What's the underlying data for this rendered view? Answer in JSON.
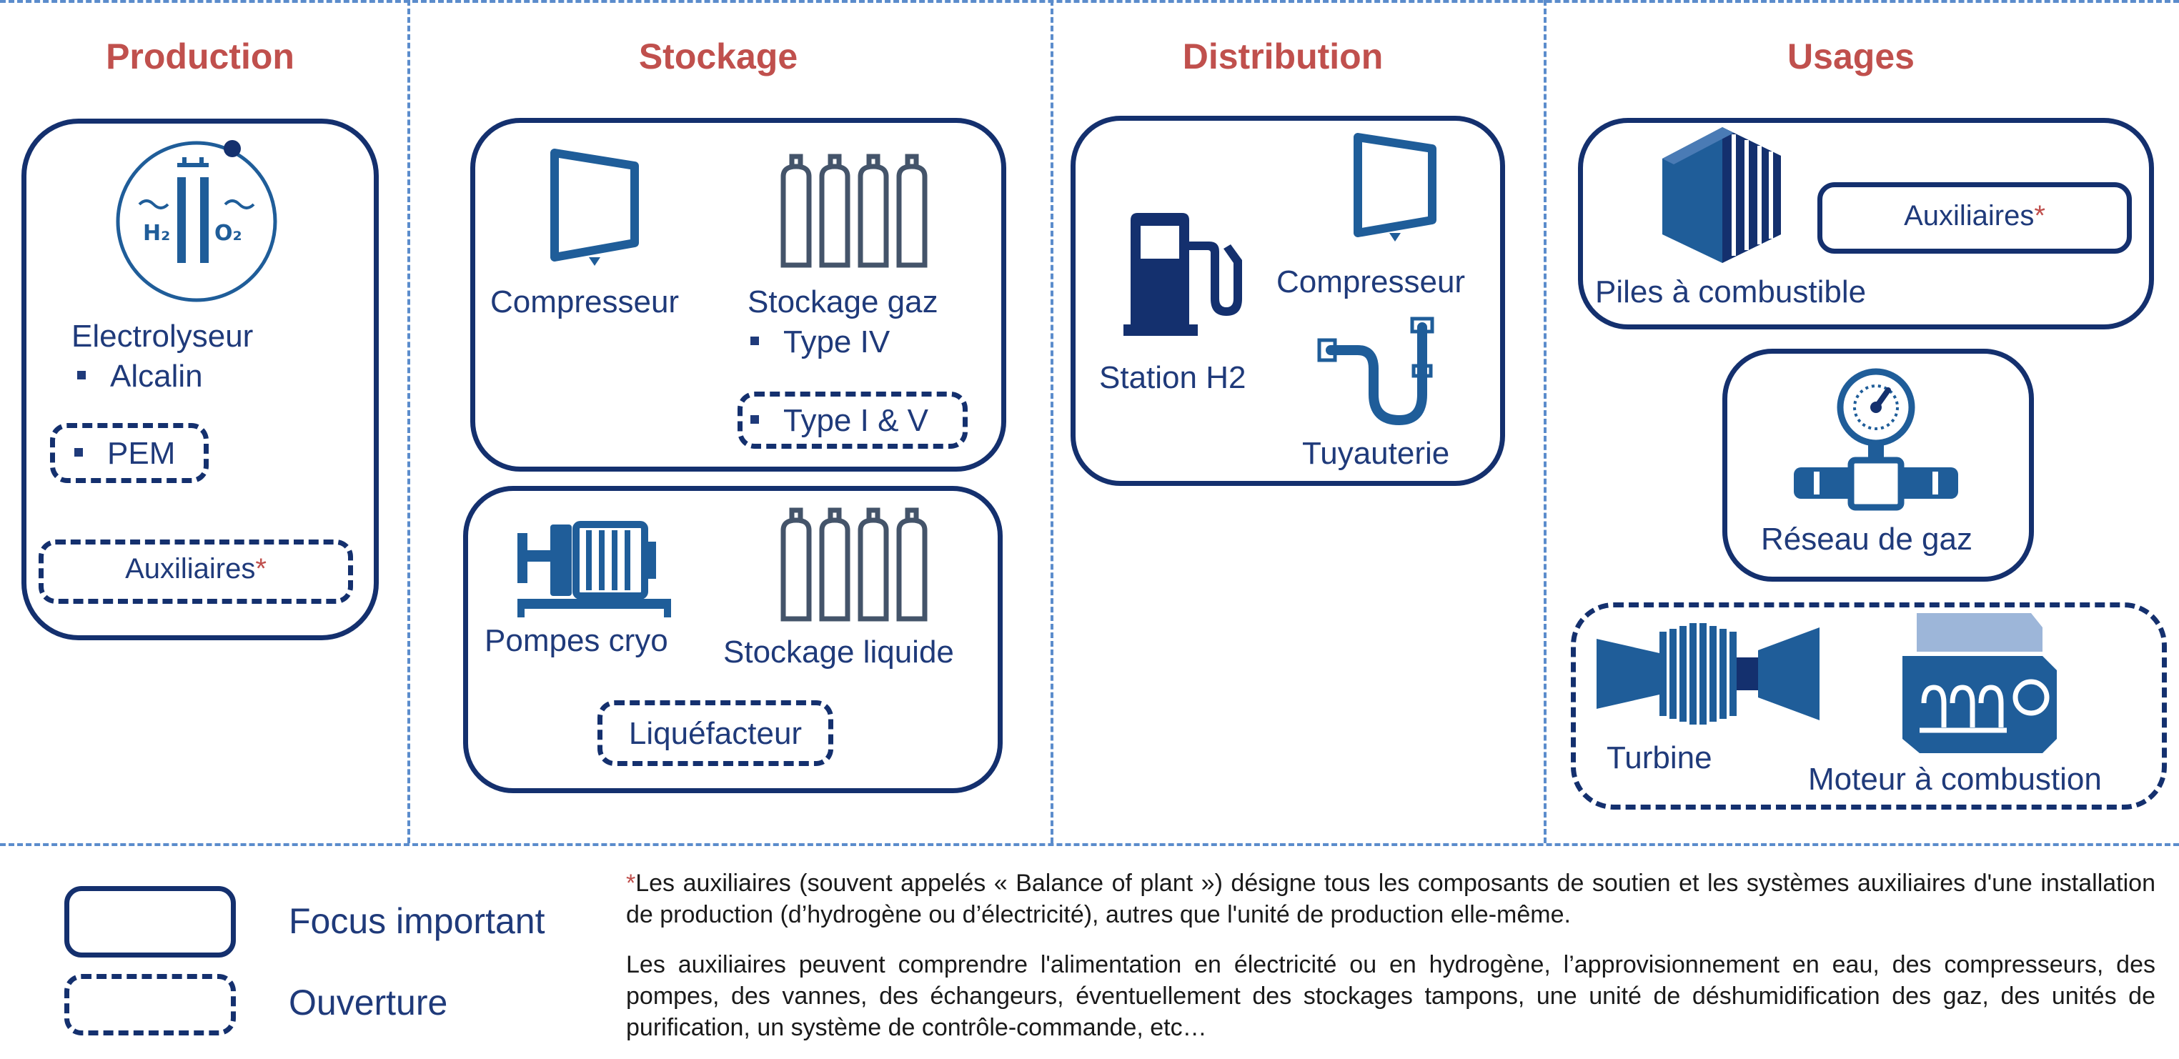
{
  "headers": {
    "production": "Production",
    "stockage": "Stockage",
    "distribution": "Distribution",
    "usages": "Usages"
  },
  "production": {
    "electrolyseur": "Electrolyseur",
    "alcalin": "Alcalin",
    "pem": "PEM",
    "auxiliaires": "Auxiliaires",
    "star": "*",
    "h2_glyph": "H₂",
    "o2_glyph": "O₂"
  },
  "stockage": {
    "compresseur": "Compresseur",
    "stockage_gaz": "Stockage gaz",
    "type_iv": "Type IV",
    "type_i_v": "Type I & V",
    "pompes_cryo": "Pompes cryo",
    "stockage_liquide": "Stockage liquide",
    "liquefacteur": "Liquéfacteur"
  },
  "distribution": {
    "station_h2": "Station H2",
    "compresseur": "Compresseur",
    "tuyauterie": "Tuyauterie"
  },
  "usages": {
    "piles": "Piles à combustible",
    "auxiliaires": "Auxiliaires",
    "star": "*",
    "reseau_gaz": "Réseau de gaz",
    "turbine": "Turbine",
    "moteur": "Moteur à combustion"
  },
  "legend": {
    "focus": "Focus important",
    "ouverture": "Ouverture"
  },
  "notes": {
    "star": "*",
    "p1": "Les auxiliaires (souvent appelés « Balance of plant ») désigne tous les composants de soutien et les systèmes auxiliaires d'une installation de production (d’hydrogène ou d’électricité), autres que l'unité de production elle-même.",
    "p2": "Les auxiliaires peuvent comprendre l'alimentation en électricité ou en hydrogène, l’approvisionnement en eau, des compresseurs, des pompes, des vannes, des échangeurs, éventuellement des stockages tampons, une unité de déshumidification des gaz, des unités de purification, un système de contrôle-commande, etc…"
  },
  "colors": {
    "heading": "#c0504d",
    "navy": "#14306e",
    "icon_blue": "#1f5d99",
    "icon_grey": "#44546a",
    "divider": "#5b8ccc"
  }
}
